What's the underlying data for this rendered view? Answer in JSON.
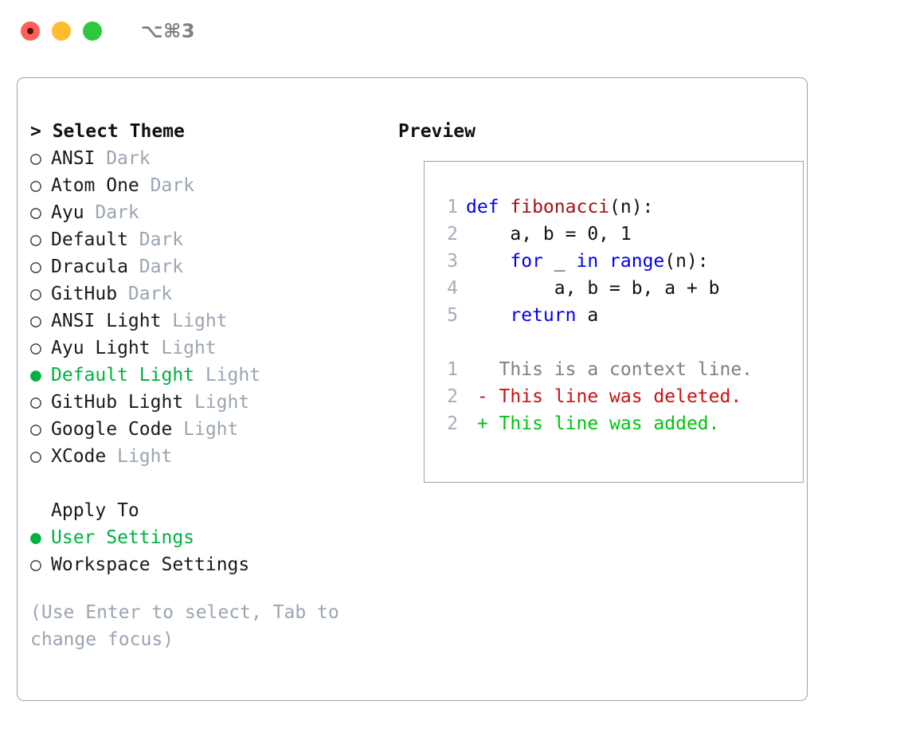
{
  "titlebar": {
    "lights": [
      {
        "name": "close-button",
        "color": "#FF5F57"
      },
      {
        "name": "minimize-button",
        "color": "#FEBC2E"
      },
      {
        "name": "maximize-button",
        "color": "#2BC840"
      }
    ],
    "shortcut": "⌥⌘3"
  },
  "theme_panel": {
    "header": "> Select Theme",
    "items": [
      {
        "marker": "○",
        "label": "ANSI",
        "meta": "Dark",
        "selected": false
      },
      {
        "marker": "○",
        "label": "Atom One",
        "meta": "Dark",
        "selected": false
      },
      {
        "marker": "○",
        "label": "Ayu",
        "meta": "Dark",
        "selected": false
      },
      {
        "marker": "○",
        "label": "Default",
        "meta": "Dark",
        "selected": false
      },
      {
        "marker": "○",
        "label": "Dracula",
        "meta": "Dark",
        "selected": false
      },
      {
        "marker": "○",
        "label": "GitHub",
        "meta": "Dark",
        "selected": false
      },
      {
        "marker": "○",
        "label": "ANSI Light",
        "meta": "Light",
        "selected": false
      },
      {
        "marker": "○",
        "label": "Ayu Light",
        "meta": "Light",
        "selected": false
      },
      {
        "marker": "●",
        "label": "Default Light",
        "meta": "Light",
        "selected": true
      },
      {
        "marker": "○",
        "label": "GitHub Light",
        "meta": "Light",
        "selected": false
      },
      {
        "marker": "○",
        "label": "Google Code",
        "meta": "Light",
        "selected": false
      },
      {
        "marker": "○",
        "label": "XCode",
        "meta": "Light",
        "selected": false
      }
    ]
  },
  "apply_to": {
    "header": "Apply To",
    "items": [
      {
        "marker": "●",
        "label": "User Settings",
        "selected": true
      },
      {
        "marker": "○",
        "label": "Workspace Settings",
        "selected": false
      }
    ]
  },
  "hint": "(Use Enter to select, Tab to change focus)",
  "preview": {
    "header": "Preview",
    "code_lines": [
      {
        "gutter": "1",
        "spans": [
          {
            "t": "def ",
            "c": "kw"
          },
          {
            "t": "fibonacci",
            "c": "fn"
          },
          {
            "t": "(n):",
            "c": "plain"
          }
        ]
      },
      {
        "gutter": "2",
        "spans": [
          {
            "t": "    a, b = 0, 1",
            "c": "plain"
          }
        ]
      },
      {
        "gutter": "3",
        "spans": [
          {
            "t": "    ",
            "c": "plain"
          },
          {
            "t": "for",
            "c": "kw"
          },
          {
            "t": " _ ",
            "c": "plain"
          },
          {
            "t": "in range",
            "c": "kw"
          },
          {
            "t": "(n):",
            "c": "plain"
          }
        ]
      },
      {
        "gutter": "4",
        "spans": [
          {
            "t": "        a, b = b, a + b",
            "c": "plain"
          }
        ]
      },
      {
        "gutter": "5",
        "spans": [
          {
            "t": "    ",
            "c": "plain"
          },
          {
            "t": "return",
            "c": "kw"
          },
          {
            "t": " a",
            "c": "plain"
          }
        ]
      },
      {
        "gutter": "",
        "spans": [
          {
            "t": " ",
            "c": "plain"
          }
        ]
      },
      {
        "gutter": "1",
        "spans": [
          {
            "t": "   This is a context line.",
            "c": "ctx"
          }
        ]
      },
      {
        "gutter": "2",
        "spans": [
          {
            "t": " - This line was deleted.",
            "c": "del"
          }
        ]
      },
      {
        "gutter": "2",
        "spans": [
          {
            "t": " + This line was added.",
            "c": "add"
          }
        ]
      }
    ]
  },
  "colors": {
    "accent_green": "#00B140",
    "muted": "#9AA5B1",
    "border": "#94A3B3",
    "keyword_blue": "#0000EE",
    "function_red": "#A41010",
    "diff_deleted": "#CC1111",
    "diff_added": "#00C410"
  }
}
